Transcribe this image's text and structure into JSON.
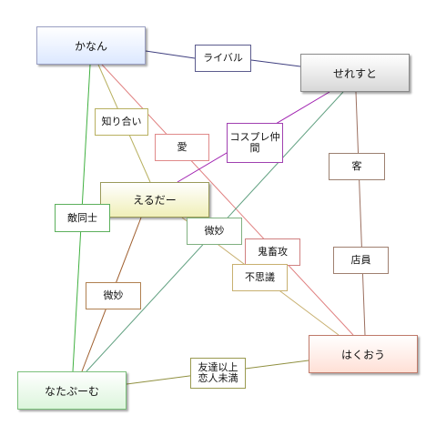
{
  "nodes": {
    "kanan": "かなん",
    "seresu": "せれすと",
    "erudaa": "えるだー",
    "hakuou": "はくおう",
    "nata": "なたぷーむ"
  },
  "labels": {
    "rival": "ライバル",
    "shiriai": "知り合い",
    "ai": "愛",
    "cosplay_line1": "コスプレ仲",
    "cosplay_line2": "間",
    "kyaku": "客",
    "tekidoushi": "敵同士",
    "bimyo1": "微妙",
    "kichikuzeme": "鬼畜攻",
    "fushigi": "不思議",
    "tenin": "店員",
    "bimyo2": "微妙",
    "tomodachi_line1": "友達以上",
    "tomodachi_line2": "恋人未満"
  },
  "colors": {
    "rival": "#404080",
    "shiriai": "#b8b060",
    "ai": "#e07070",
    "cosplay": "#a020b0",
    "kyaku": "#9c7060",
    "tekidoushi": "#40b040",
    "bimyo1": "#60a080",
    "kichikuzeme": "#e07070",
    "fushigi": "#c8b070",
    "tenin": "#9c7060",
    "bimyo2": "#a06030",
    "tomodachi": "#909040"
  }
}
